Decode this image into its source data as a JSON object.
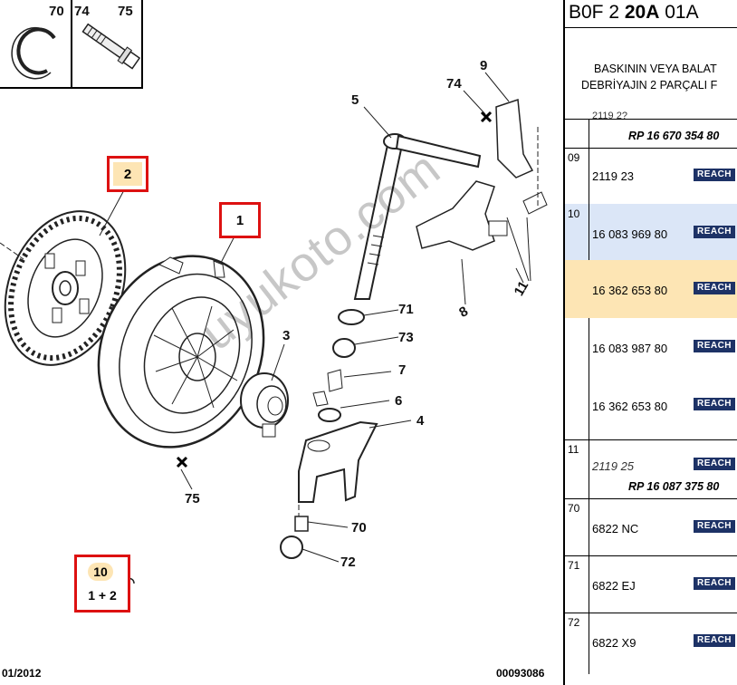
{
  "diagram": {
    "legend_items": [
      "70",
      "74",
      "75"
    ],
    "callouts": [
      "9",
      "74",
      "5",
      "2",
      "1",
      "71",
      "73",
      "3",
      "7",
      "6",
      "4",
      "75",
      "70",
      "72",
      "8",
      "11"
    ],
    "group_box": {
      "top": "10",
      "bottom": "1 + 2"
    },
    "footer_date": "01/2012",
    "footer_code": "00093086",
    "watermark": "uyukoto.com"
  },
  "parts_panel": {
    "title_prefix": "B0F 2 ",
    "title_bold": "20A",
    "title_suffix": " 01A",
    "header_line1": "BASKININ VEYA BALAT",
    "header_line2": "DEBRİYAJIN 2 PARÇALI F",
    "top_partial": "2119 2?",
    "top_rp": "RP 16 670 354 80",
    "brand_label": "REACH",
    "rows": [
      {
        "idx": "09",
        "pn": "2119 23"
      },
      {
        "idx": "10",
        "pn": "16 083 969 80"
      },
      {
        "idx": "",
        "pn": "16 362 653 80"
      },
      {
        "idx": "",
        "pn": "16 083 987 80"
      },
      {
        "idx": "",
        "pn": "16 362 653 80"
      },
      {
        "idx": "11",
        "pn": "2119 25",
        "rp": "RP 16 087 375 80"
      },
      {
        "idx": "70",
        "pn": "6822 NC"
      },
      {
        "idx": "71",
        "pn": "6822 EJ"
      },
      {
        "idx": "72",
        "pn": "6822 X9"
      }
    ],
    "colors": {
      "highlight_blue": "#dbe6f7",
      "highlight_orange": "#fde5b4",
      "reach_bg": "#1d3266"
    }
  }
}
